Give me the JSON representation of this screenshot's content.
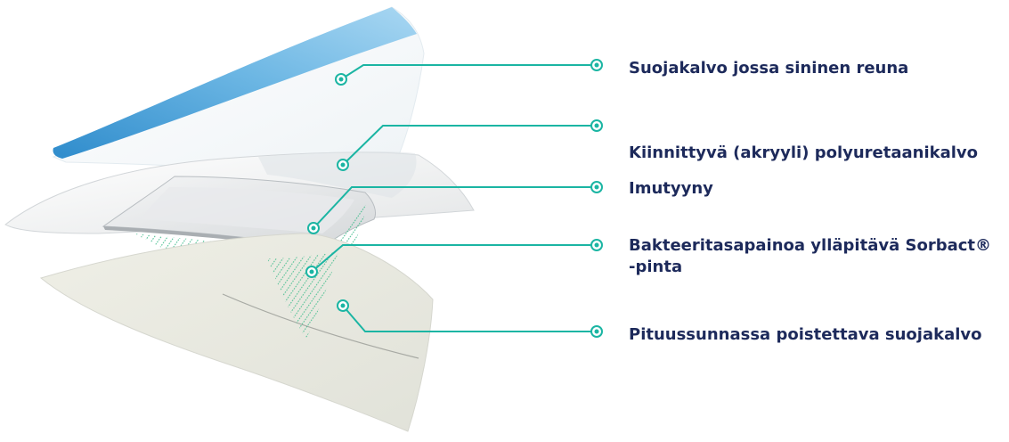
{
  "colors": {
    "accent": "#1bb5a3",
    "label_text": "#1d2a5b",
    "blue_edge": "#4fa6db",
    "cover_film": "#f1f1ea"
  },
  "labels": [
    {
      "text": "Suojakalvo jossa sininen reuna"
    },
    {
      "text": "Kiinnittyvä (akryyli) polyuretaanikalvo"
    },
    {
      "text": "Imutyyny"
    },
    {
      "text": "Bakteeritasapainoa ylläpitävä Sorbact®",
      "text2": "-pinta"
    },
    {
      "text": "Pituussunnassa poistettava suojakalvo"
    }
  ]
}
